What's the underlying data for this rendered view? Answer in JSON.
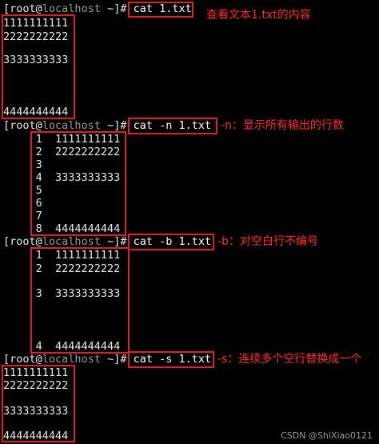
{
  "prompt": {
    "user": "root",
    "host": "localhost",
    "cwd": "~"
  },
  "blocks": [
    {
      "command": "cat 1.txt",
      "annotation": "查看文本1.txt的内容",
      "output": [
        "1111111111",
        "2222222222",
        "",
        "3333333333",
        "",
        "",
        "",
        "4444444444"
      ]
    },
    {
      "command": "cat -n 1.txt",
      "annotation": "-n：显示所有输出的行数",
      "output": [
        "     1  1111111111",
        "     2  2222222222",
        "     3",
        "     4  3333333333",
        "     5",
        "     6",
        "     7",
        "     8  4444444444"
      ]
    },
    {
      "command": "cat -b 1.txt",
      "annotation": "-b：对空白行不编号",
      "output": [
        "     1  1111111111",
        "     2  2222222222",
        "",
        "     3  3333333333",
        "",
        "",
        "",
        "     4  4444444444"
      ]
    },
    {
      "command": "cat -s 1.txt",
      "annotation": "-s：连续多个空行替换成一个",
      "output": [
        "1111111111",
        "2222222222",
        "",
        "3333333333",
        "",
        "4444444444"
      ]
    }
  ],
  "watermark": "CSDN @ShiXiao0121",
  "colors": {
    "background": "#000000",
    "text": "#e8e8e8",
    "host": "#9a9a9a",
    "annotation": "#ff2b2b",
    "box": "#e02020"
  }
}
